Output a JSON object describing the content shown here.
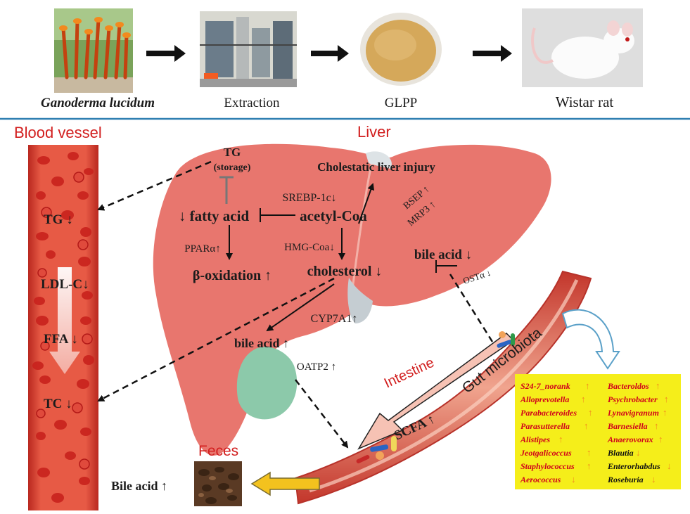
{
  "top_flow": {
    "steps": [
      "Ganoderma lucidum",
      "Extraction",
      "GLPP",
      "Wistar rat"
    ]
  },
  "sections": {
    "blood_vessel": "Blood vessel",
    "liver": "Liver",
    "intestine": "Intestine",
    "feces": "Feces"
  },
  "blood_vessel_markers": [
    "TG ↓",
    "LDL-C↓",
    "FFA ↓",
    "TC ↓"
  ],
  "liver_labels": {
    "tg": "TG",
    "tg_storage": "(storage)",
    "cholestatic": "Cholestatic liver injury",
    "srebp": "SREBP-1c↓",
    "fatty_acid": "↓ fatty acid",
    "acetyl_coa": "acetyl-Coa",
    "bsep": "BSEP ↑",
    "mrp3": "MRP3 ↑",
    "ppara": "PPARα↑",
    "hmg": "HMG-Coa↓",
    "bile_acid_right": "bile acid ↓",
    "beta_ox": "β-oxidation ↑",
    "cholesterol": "cholesterol ↓",
    "ost": "OSTα ↓",
    "cyp": "CYP7A1↑",
    "bile_acid_gall": "bile acid ↑",
    "oatp": "OATP2 ↑"
  },
  "intestine_labels": {
    "gut_microbiota": "Gut microbiota",
    "scfa": "SCFA ↑"
  },
  "feces_label": "Bile acid ↑",
  "microbiota_left": [
    {
      "name": "S24-7_norank",
      "arrow": "↑"
    },
    {
      "name": "Alloprevotella",
      "arrow": "↑"
    },
    {
      "name": "Parabacteroides",
      "arrow": "↑"
    },
    {
      "name": "Parasutterella",
      "arrow": "↑"
    },
    {
      "name": "Alistipes",
      "arrow": "↑"
    },
    {
      "name": "Jeotgalicoccus",
      "arrow": "↑"
    },
    {
      "name": "Staphylococcus",
      "arrow": "↑"
    },
    {
      "name": "Aerococcus",
      "arrow": "↓"
    }
  ],
  "microbiota_right": [
    {
      "name": "Bacteroldos",
      "arrow": "↑",
      "color": "#d0021b"
    },
    {
      "name": "Psychrobacter",
      "arrow": "↑",
      "color": "#d0021b"
    },
    {
      "name": "Lynavigranum",
      "arrow": "↑",
      "color": "#d0021b"
    },
    {
      "name": "Barnesiella",
      "arrow": "↑",
      "color": "#d0021b"
    },
    {
      "name": "Anaerovorax",
      "arrow": "↑",
      "color": "#d0021b"
    },
    {
      "name": "Blautia",
      "arrow": "↓",
      "color": "#111111"
    },
    {
      "name": "Enterorhabdus",
      "arrow": "↓",
      "color": "#111111"
    },
    {
      "name": "Roseburia",
      "arrow": "↓",
      "color": "#111111"
    }
  ],
  "colors": {
    "liver": "#e8766e",
    "vessel": "#e1523f",
    "rbc": "#c9221d",
    "gallbladder": "#8cc9aa",
    "box": "#f5ee1a",
    "divider": "#2f7fb1",
    "title_red": "#d21f1f"
  }
}
